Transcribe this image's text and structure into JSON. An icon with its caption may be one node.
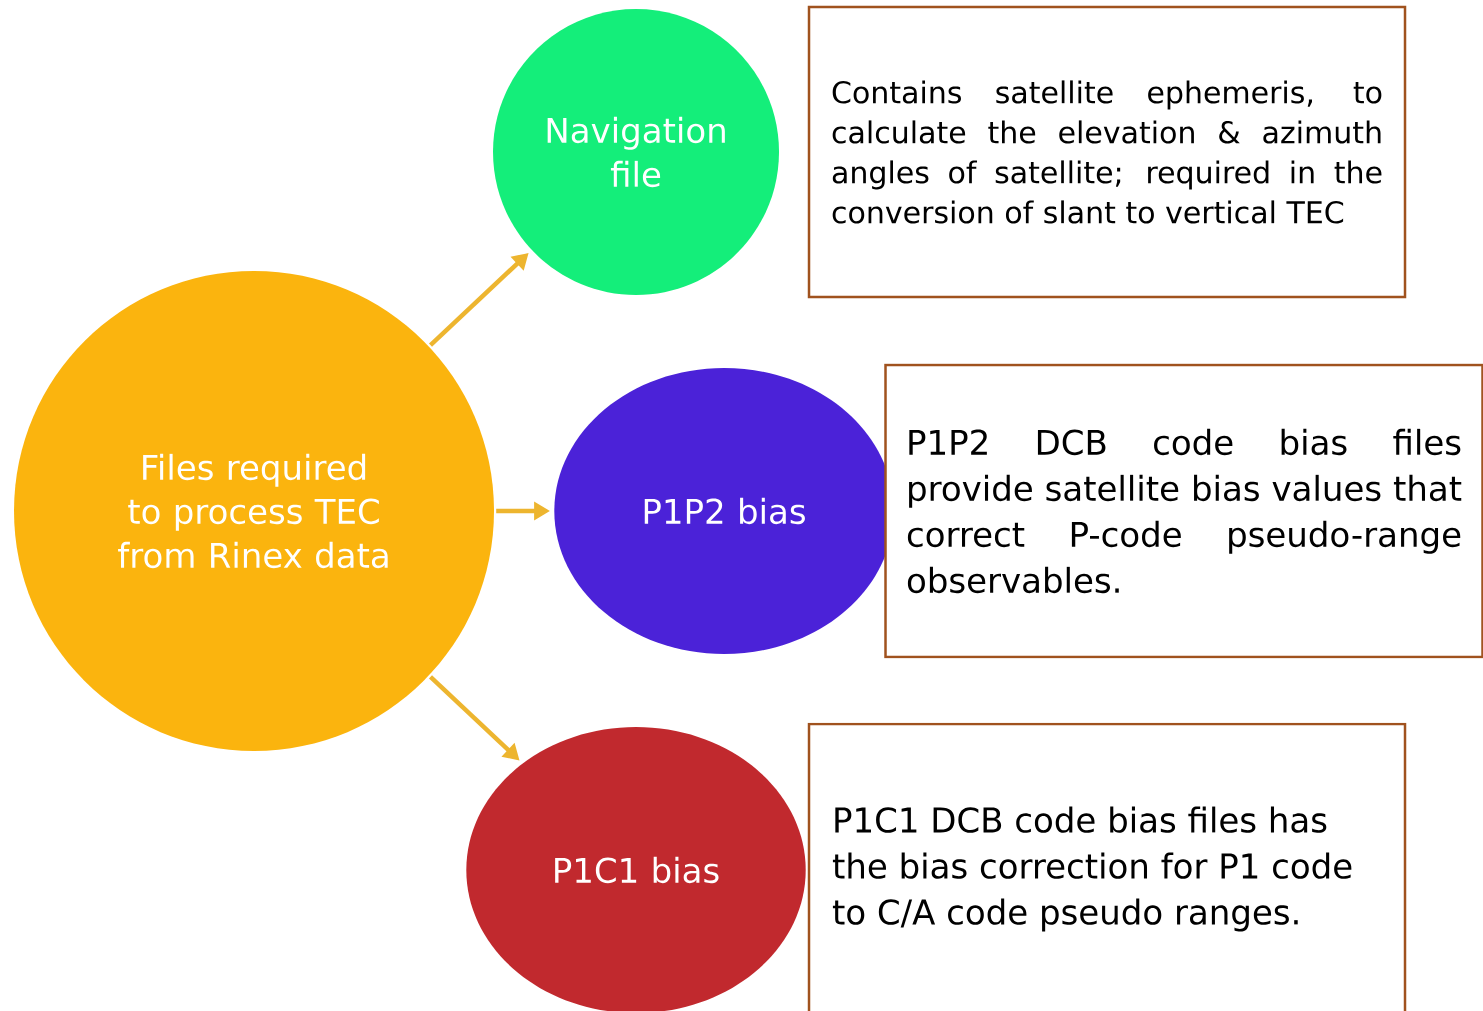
{
  "diagram": {
    "nodes": [
      {
        "text": [
          "Files required to process TEC from Rinex data"
        ]
      },
      {
        "text": [
          "Navigation file"
        ]
      },
      {
        "text": [
          "P1P2 bias"
        ]
      },
      {
        "text": [
          "P1C1 bias"
        ]
      },
      {
        "text": [
          "Contains satellite ephemeris, to calculate the elevation & azimuth angles of satellite; required in the conversion of slant to vertical TEC"
        ]
      },
      {
        "text": [
          "P1P2 DCB code bias files provide satellite bias values that correct P-code pseudo-range observables."
        ]
      },
      {
        "text": [
          "P1C1 DCB code bias files has the bias correction for P1 code to C/A code pseudo ranges."
        ]
      }
    ],
    "edges": [
      {
        "from": 0,
        "to": 1,
        "arrow": "to"
      },
      {
        "from": 0,
        "to": 2,
        "arrow": "to"
      },
      {
        "from": 0,
        "to": 3,
        "arrow": "to"
      }
    ]
  }
}
